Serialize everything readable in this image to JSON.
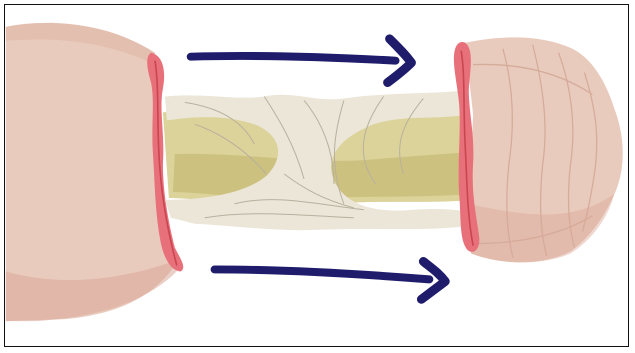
{
  "illustration": {
    "colors": {
      "skin": "#e9cbbd",
      "skin_shadow": "#d9a897",
      "skin_dark": "#c89684",
      "wound_edge": "#e8707a",
      "wound_edge_dark": "#c9454f",
      "bone": "#dcd39a",
      "bone_shadow": "#c5b973",
      "tissue": "#ece6d8",
      "tissue_line": "#b8b09e",
      "arrow": "#1f1c6b"
    },
    "arrows": [
      {
        "direction": "right",
        "position": "top"
      },
      {
        "direction": "right",
        "position": "bottom"
      }
    ]
  }
}
